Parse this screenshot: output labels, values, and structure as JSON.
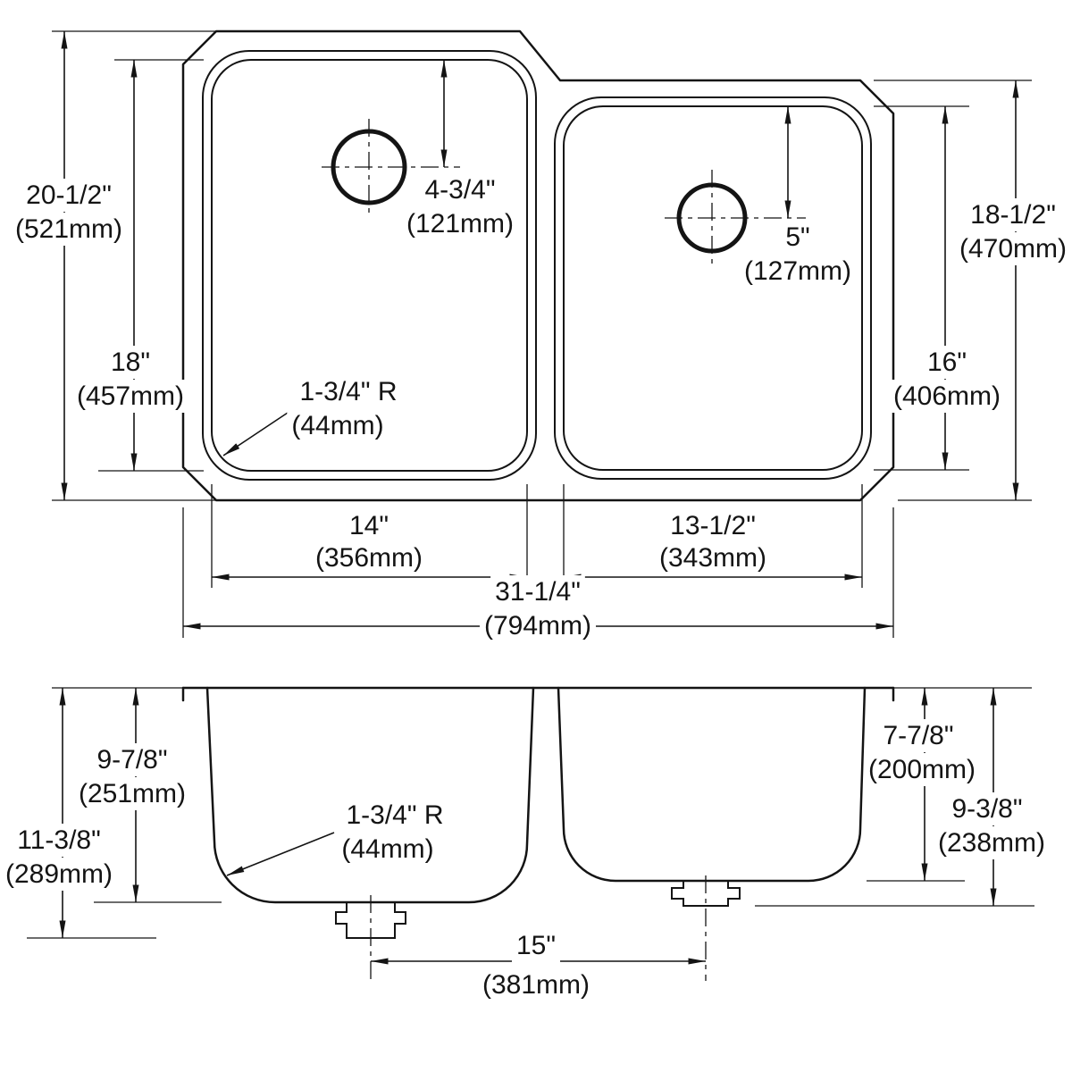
{
  "drawing": {
    "type": "double-bowl-undermount-sink-dimension-drawing",
    "top_view": {
      "overall_height_in": "20-1/2\"",
      "overall_height_mm": "(521mm)",
      "left_bowl_length_in": "18\"",
      "left_bowl_length_mm": "(457mm)",
      "left_drain_offset_in": "4-3/4\"",
      "left_drain_offset_mm": "(121mm)",
      "right_drain_offset_in": "5\"",
      "right_drain_offset_mm": "(127mm)",
      "right_overall_height_in": "18-1/2\"",
      "right_overall_height_mm": "(470mm)",
      "right_bowl_length_in": "16\"",
      "right_bowl_length_mm": "(406mm)",
      "corner_radius_in": "1-3/4\" R",
      "corner_radius_mm": "(44mm)",
      "left_bowl_width_in": "14\"",
      "left_bowl_width_mm": "(356mm)",
      "right_bowl_width_in": "13-1/2\"",
      "right_bowl_width_mm": "(343mm)",
      "overall_width_in": "31-1/4\"",
      "overall_width_mm": "(794mm)"
    },
    "front_view": {
      "left_bowl_depth_in": "9-7/8\"",
      "left_bowl_depth_mm": "(251mm)",
      "left_overall_depth_in": "11-3/8\"",
      "left_overall_depth_mm": "(289mm)",
      "corner_radius_in": "1-3/4\" R",
      "corner_radius_mm": "(44mm)",
      "right_bowl_depth_in": "7-7/8\"",
      "right_bowl_depth_mm": "(200mm)",
      "right_overall_depth_in": "9-3/8\"",
      "right_overall_depth_mm": "(238mm)",
      "drain_spacing_in": "15\"",
      "drain_spacing_mm": "(381mm)"
    }
  }
}
